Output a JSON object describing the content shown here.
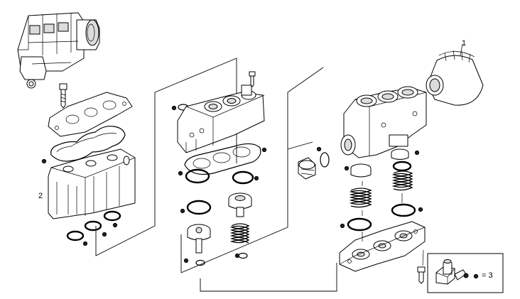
{
  "callouts": {
    "label_1": "1",
    "label_2": "2",
    "kit_symbol": "= 3"
  },
  "colors": {
    "line": "#000000",
    "background": "#ffffff",
    "shade": "#dcdcdc"
  },
  "icons": {
    "marker": "filled-circle-bullet",
    "kit_box": "repair-kit-box-icon"
  }
}
